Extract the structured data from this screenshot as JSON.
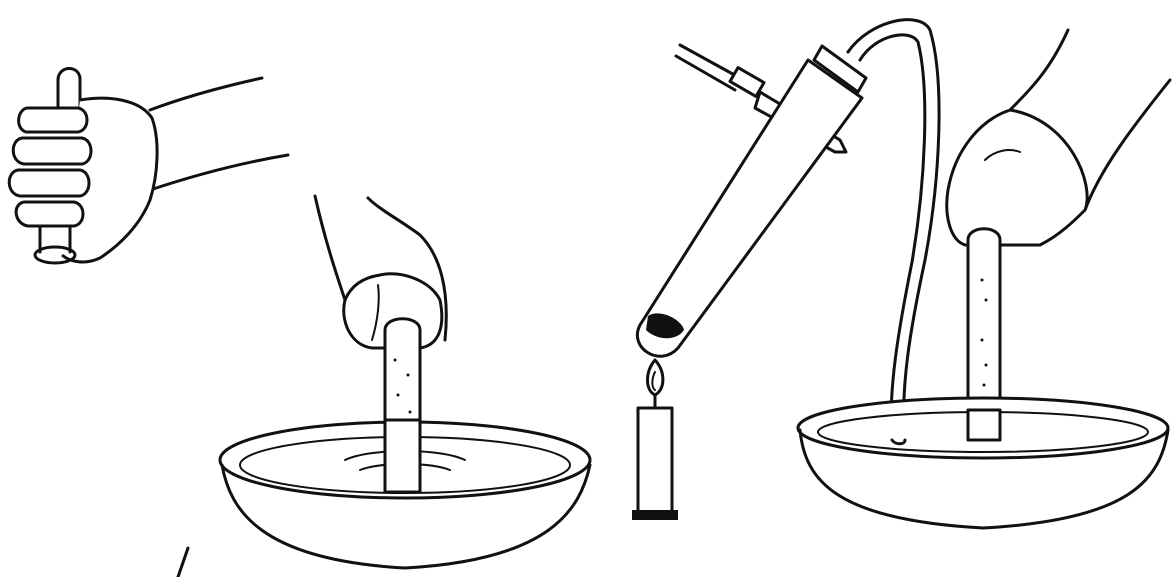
{
  "figure": {
    "panels": [
      {
        "id": "hand-closing-tube",
        "caption": ""
      },
      {
        "id": "inverted-tube-in-trough",
        "caption": ""
      },
      {
        "id": "heating-and-gas-collection",
        "caption": ""
      }
    ]
  },
  "colors": {
    "ink": "#111111",
    "paper": "#ffffff"
  },
  "icons": [
    "hand",
    "test-tube",
    "water-trough",
    "candle",
    "flame",
    "delivery-tube",
    "clamp"
  ]
}
